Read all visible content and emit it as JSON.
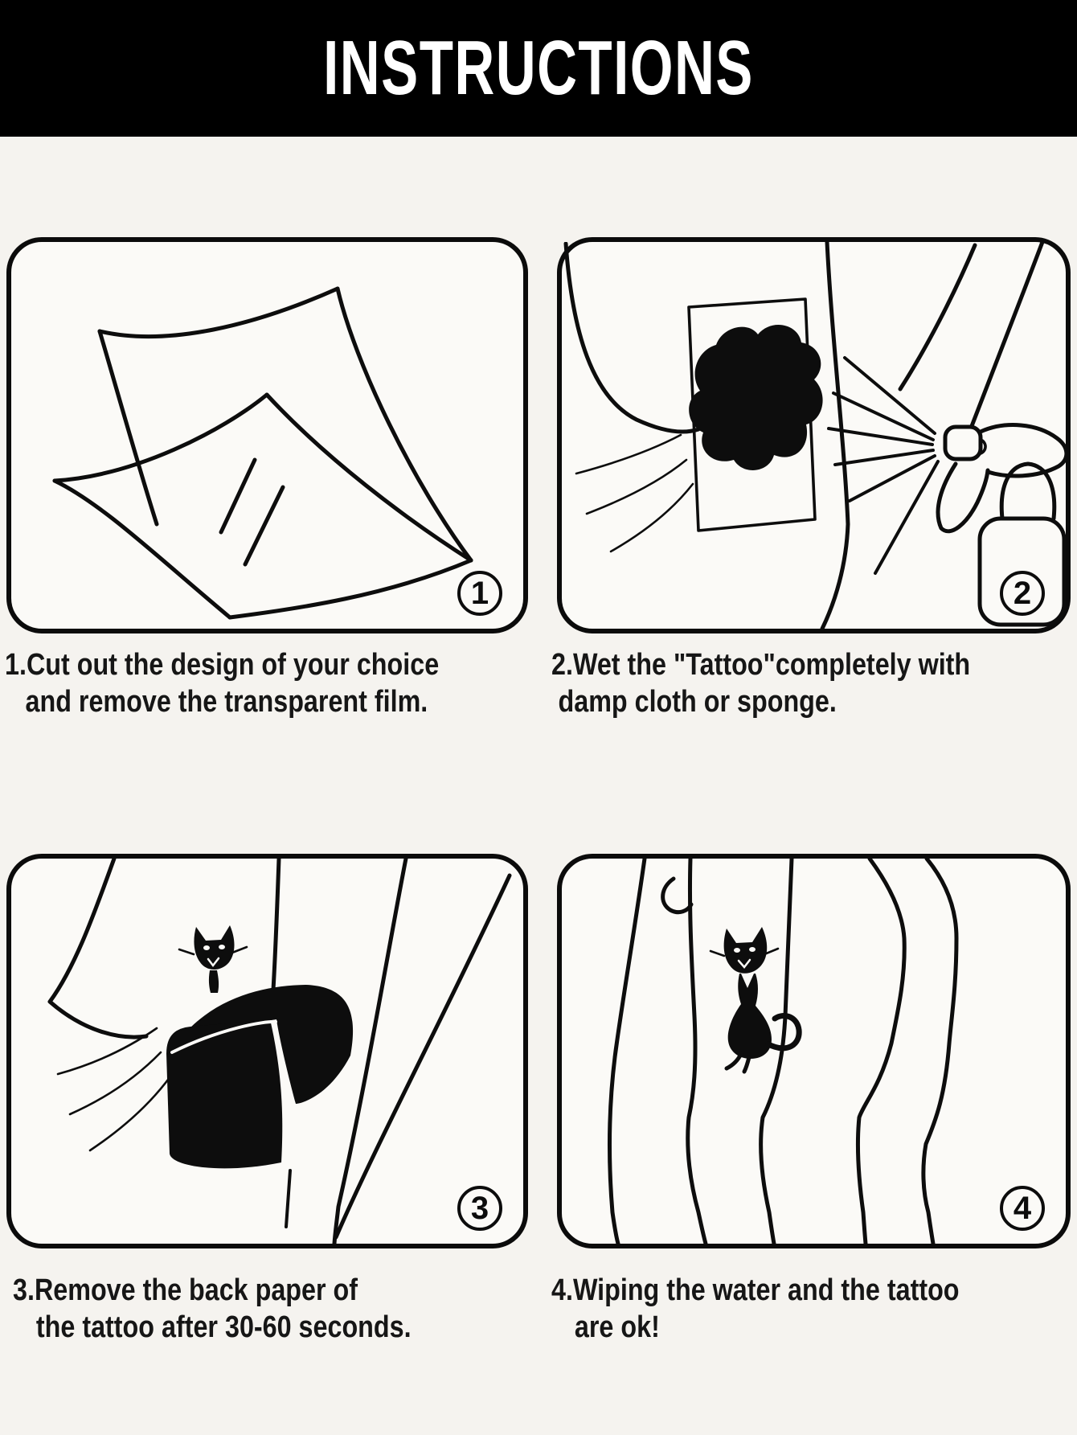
{
  "header": {
    "title": "INSTRUCTIONS"
  },
  "colors": {
    "header_bg": "#000000",
    "header_text": "#ffffff",
    "page_bg": "#f5f3ef",
    "panel_bg": "#fbfaf7",
    "ink": "#0d0d0d"
  },
  "steps": [
    {
      "badge": "1",
      "illustration": "transparent-film-sheet",
      "caption_line1": "1.Cut out the design of your choice",
      "caption_line2": "and remove the transparent film."
    },
    {
      "badge": "2",
      "illustration": "spray-bottle-wetting-tattoo",
      "caption_line1": "2.Wet the \"Tattoo\"completely with",
      "caption_line2": "damp cloth or sponge."
    },
    {
      "badge": "3",
      "illustration": "peeling-back-paper-with-cat",
      "caption_line1": "3.Remove the back paper of",
      "caption_line2": "the tattoo after 30-60 seconds."
    },
    {
      "badge": "4",
      "illustration": "finished-cat-tattoo-on-leg",
      "caption_line1": "4.Wiping the water and the tattoo",
      "caption_line2": "are ok!"
    }
  ]
}
